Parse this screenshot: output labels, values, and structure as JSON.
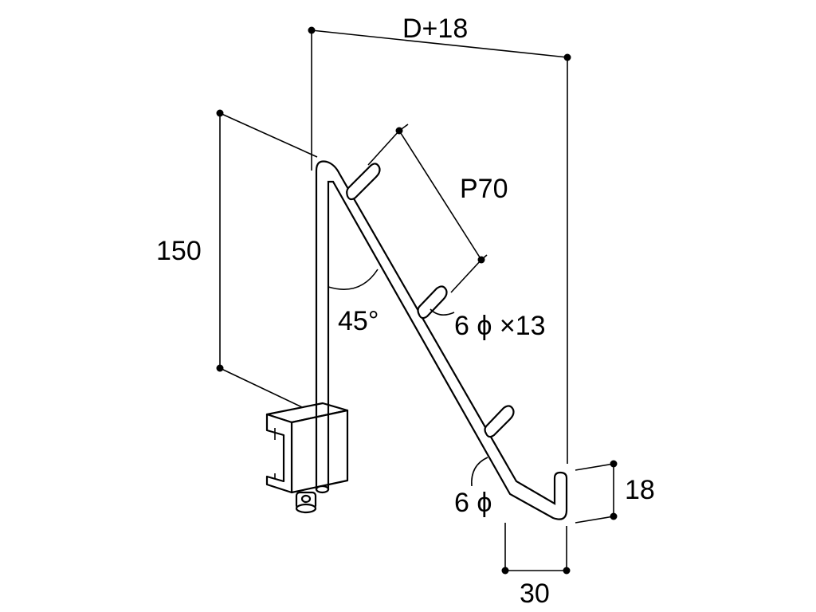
{
  "dimensions": {
    "overall_depth": "D+18",
    "height": "150",
    "pitch": "P70",
    "angle": "45°",
    "peg_spec": "6 ϕ ×13",
    "rod_spec": "6 ϕ",
    "tip_height": "18",
    "tip_width": "30"
  },
  "colors": {
    "line": "#000000",
    "background": "#ffffff"
  }
}
